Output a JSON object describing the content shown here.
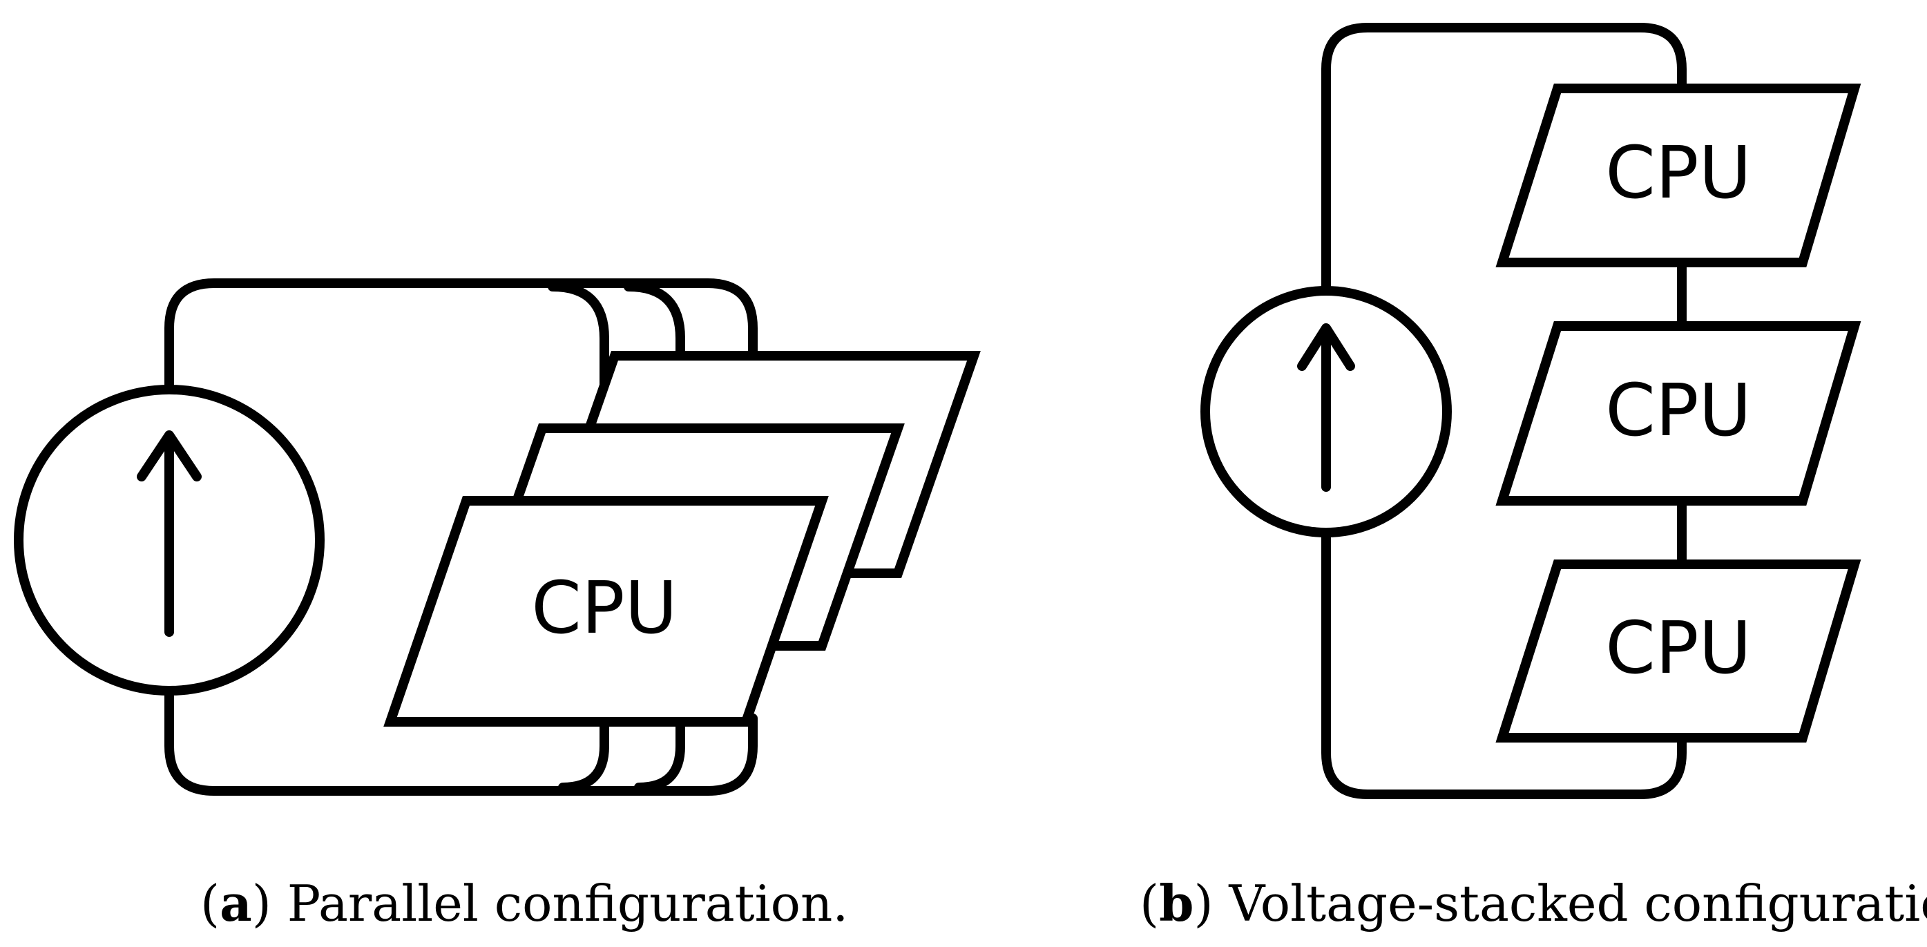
{
  "panel_a": {
    "cpu_label": "CPU",
    "caption_letter": "a",
    "caption_text": "Parallel configuration."
  },
  "panel_b": {
    "cpu_labels": [
      "CPU",
      "CPU",
      "CPU"
    ],
    "caption_letter": "b",
    "caption_text": "Voltage-stacked configuration."
  }
}
